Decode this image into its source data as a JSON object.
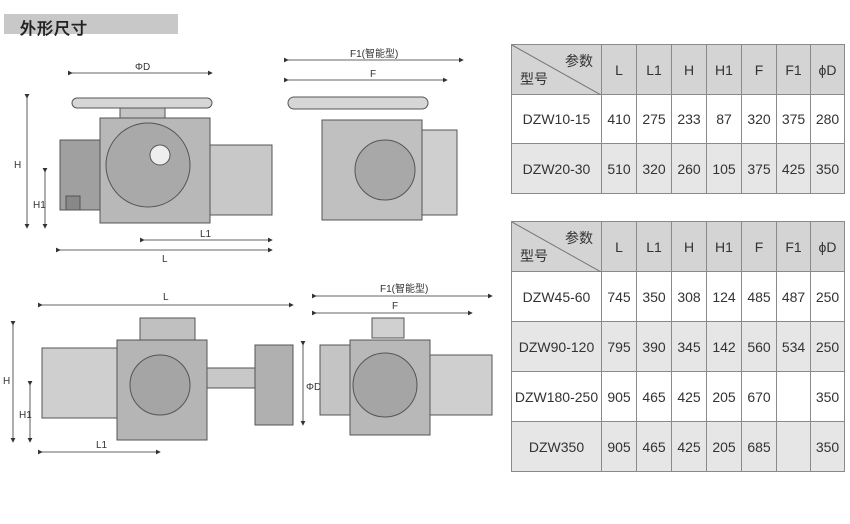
{
  "section_title": "外形尺寸",
  "drawing_labels": {
    "top_left": {
      "phiD": "ΦD",
      "H": "H",
      "H1": "H1",
      "L1": "L1",
      "L": "L"
    },
    "top_right": {
      "F1": "F1(智能型)",
      "F": "F"
    },
    "bottom_left": {
      "L": "L",
      "H": "H",
      "H1": "H1",
      "L1": "L1",
      "phiD": "ΦD"
    },
    "bottom_right": {
      "F1": "F1(智能型)",
      "F": "F"
    }
  },
  "table_header": {
    "param": "参数",
    "model": "型号",
    "columns": [
      "L",
      "L1",
      "H",
      "H1",
      "F",
      "F1",
      "ϕD"
    ]
  },
  "table1": {
    "rows": [
      {
        "model": "DZW10-15",
        "values": [
          "410",
          "275",
          "233",
          "87",
          "320",
          "375",
          "280"
        ]
      },
      {
        "model": "DZW20-30",
        "values": [
          "510",
          "320",
          "260",
          "105",
          "375",
          "425",
          "350"
        ]
      }
    ]
  },
  "table2": {
    "rows": [
      {
        "model": "DZW45-60",
        "values": [
          "745",
          "350",
          "308",
          "124",
          "485",
          "487",
          "250"
        ]
      },
      {
        "model": "DZW90-120",
        "values": [
          "795",
          "390",
          "345",
          "142",
          "560",
          "534",
          "250"
        ]
      },
      {
        "model": "DZW180-250",
        "values": [
          "905",
          "465",
          "425",
          "205",
          "670",
          "",
          "350"
        ]
      },
      {
        "model": "DZW350",
        "values": [
          "905",
          "465",
          "425",
          "205",
          "685",
          "",
          "350"
        ]
      }
    ]
  }
}
